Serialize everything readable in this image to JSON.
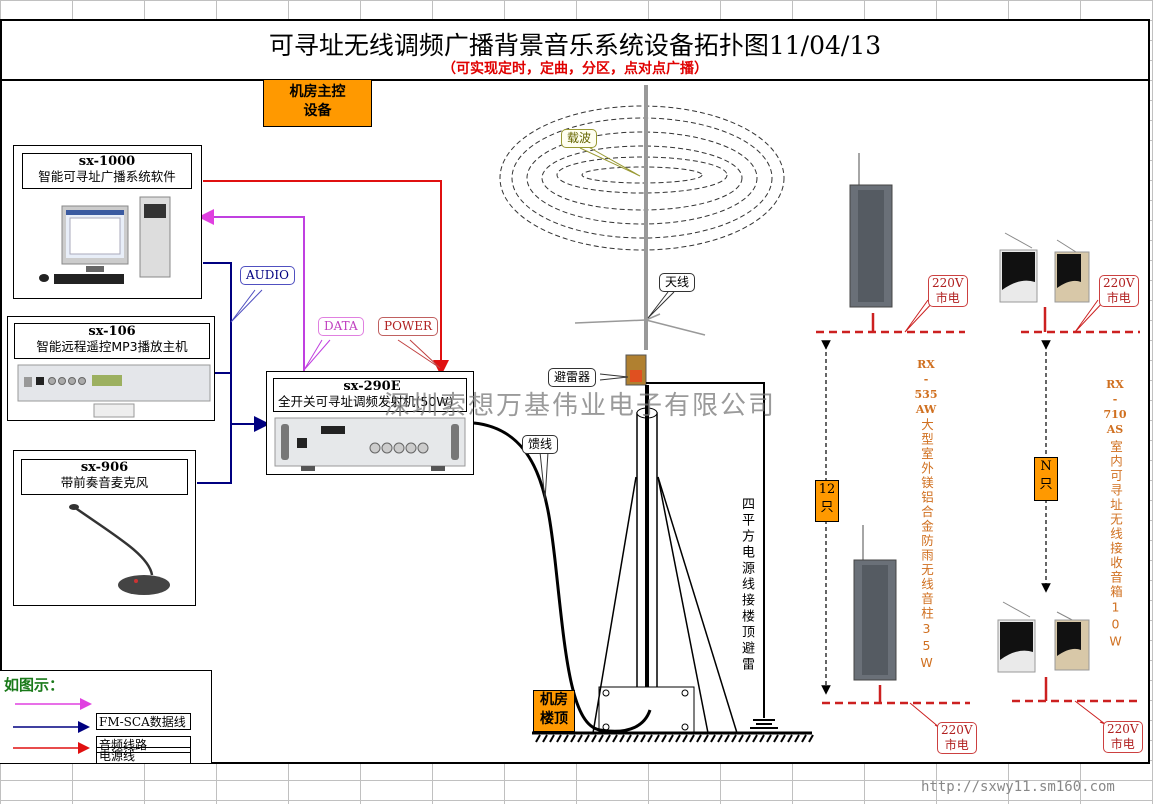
{
  "title": "可寻址无线调频广播背景音乐系统设备拓扑图11/04/13",
  "subtitle": "（可实现定时，定曲，分区，点对点广播）",
  "control_room_label": "机房主控设备",
  "control_room_line1": "机房主控",
  "control_room_line2": "设备",
  "devices": [
    {
      "model": "sx-1000",
      "name": "智能可寻址广播系统软件"
    },
    {
      "model": "sx-106",
      "name": "智能远程遥控MP3播放主机"
    },
    {
      "model": "sx-906",
      "name": "带前奏音麦克风"
    },
    {
      "model": "sx-290E",
      "name": "全开关可寻址调频发射机(50W)"
    }
  ],
  "connection_labels": {
    "audio": "AUDIO",
    "data": "DATA",
    "power": "POWER",
    "carrier": "载波",
    "antenna": "天线",
    "lightning_arrester": "避雷器",
    "feeder": "馈线"
  },
  "rooftop_label_line1": "机房",
  "rooftop_label_line2": "楼顶",
  "ground_wire_note": "四平方电源线接楼顶避雷",
  "receivers": [
    {
      "model": "RX-535AW",
      "model_parts": [
        "RX",
        "-",
        "535",
        "AW"
      ],
      "description": "大型室外镁铝合金防雨无线音柱35W",
      "count_line1": "12",
      "count_line2": "只"
    },
    {
      "model": "RX-710AS",
      "model_parts": [
        "RX",
        "-",
        "710",
        "AS"
      ],
      "description": "室内可寻址无线接收音箱10W",
      "count_line1": "N",
      "count_line2": "只"
    }
  ],
  "mains_label_line1": "220V",
  "mains_label_line2": "市电",
  "legend": {
    "title": "如图示：",
    "items": [
      {
        "label": "FM-SCA数据线",
        "color": "#e040e0"
      },
      {
        "label": "音频线路",
        "color": "#000080"
      },
      {
        "label": "电源线",
        "color": "#e01010"
      }
    ]
  },
  "watermark": "深圳索想万基伟业电子有限公司",
  "url": "http://sxwy11.sm160.com",
  "colors": {
    "accent_orange": "#ff9900",
    "power_red": "#e01010",
    "data_magenta": "#e040e0",
    "audio_navy": "#000080",
    "receiver_text": "#d07020",
    "mains_dashed": "#cc2020"
  }
}
